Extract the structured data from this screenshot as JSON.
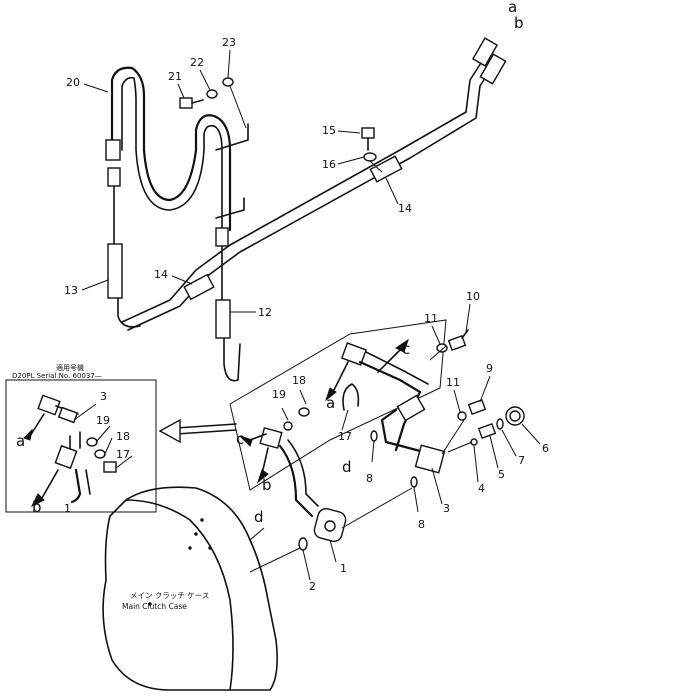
{
  "part_numbers": [
    "1",
    "2",
    "3",
    "4",
    "5",
    "6",
    "7",
    "8",
    "9",
    "10",
    "11",
    "12",
    "13",
    "14",
    "15",
    "16",
    "17",
    "18",
    "19",
    "20",
    "21",
    "22",
    "23"
  ],
  "connection_letters": [
    "a",
    "b",
    "c",
    "d"
  ],
  "inset_note": {
    "line1": "適用号機",
    "line2": "D20PL  Serial  No. 60037—"
  },
  "case_label": {
    "japanese": "メイン クラッチ ケース",
    "english": "Main Clutch Case"
  }
}
